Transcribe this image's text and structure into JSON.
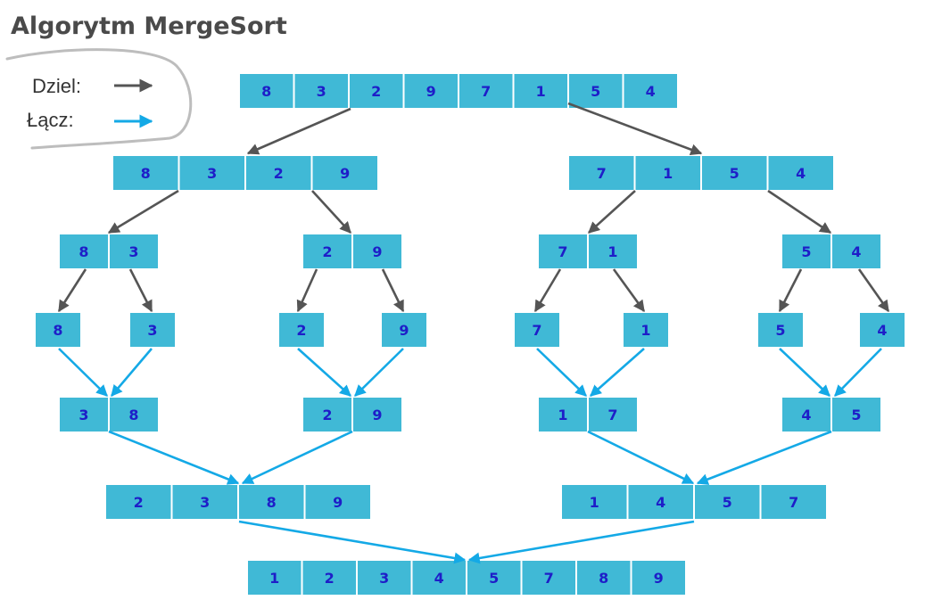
{
  "title": "Algorytm MergeSort",
  "legend": {
    "divide_label": "Dziel:",
    "merge_label": "Łącz:",
    "divide_arrow_icon": "dark-gray-arrow-icon",
    "merge_arrow_icon": "blue-arrow-icon"
  },
  "colors": {
    "cell_fill": "#40b9d6",
    "cell_text": "#1e1ec8",
    "divide_arrow": "#555555",
    "merge_arrow": "#14a9e6"
  },
  "levels": {
    "input": [
      [
        "8",
        "3",
        "2",
        "9",
        "7",
        "1",
        "5",
        "4"
      ]
    ],
    "split_halves": [
      [
        "8",
        "3",
        "2",
        "9"
      ],
      [
        "7",
        "1",
        "5",
        "4"
      ]
    ],
    "split_quarters": [
      [
        "8",
        "3"
      ],
      [
        "2",
        "9"
      ],
      [
        "7",
        "1"
      ],
      [
        "5",
        "4"
      ]
    ],
    "singles": [
      [
        "8"
      ],
      [
        "3"
      ],
      [
        "2"
      ],
      [
        "9"
      ],
      [
        "7"
      ],
      [
        "1"
      ],
      [
        "5"
      ],
      [
        "4"
      ]
    ],
    "merged_pairs": [
      [
        "3",
        "8"
      ],
      [
        "2",
        "9"
      ],
      [
        "1",
        "7"
      ],
      [
        "4",
        "5"
      ]
    ],
    "merged_quads": [
      [
        "2",
        "3",
        "8",
        "9"
      ],
      [
        "1",
        "4",
        "5",
        "7"
      ]
    ],
    "result": [
      [
        "1",
        "2",
        "3",
        "4",
        "5",
        "7",
        "8",
        "9"
      ]
    ]
  }
}
